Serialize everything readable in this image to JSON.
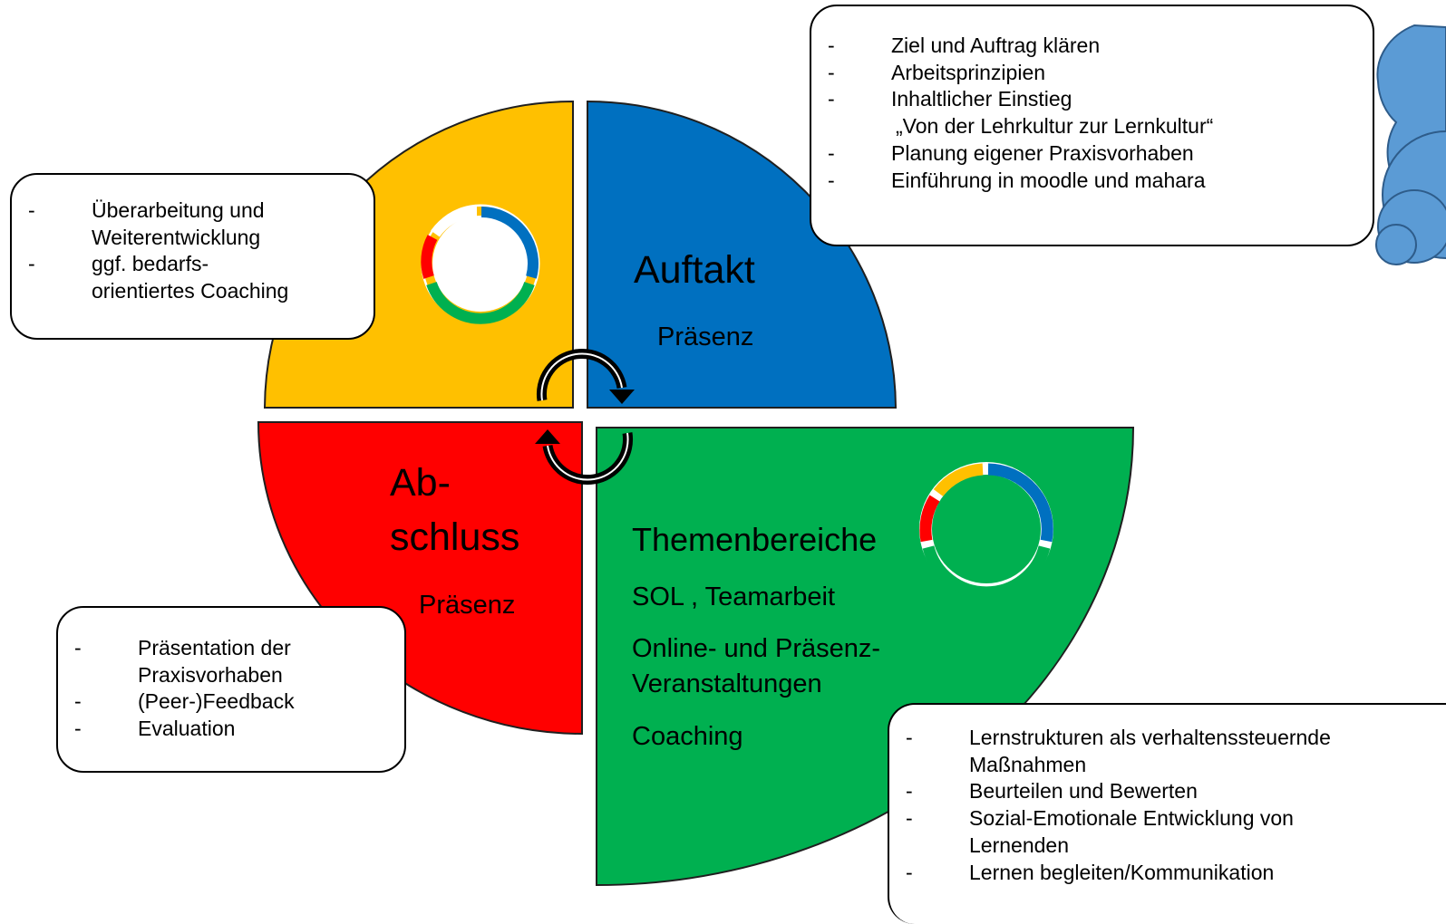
{
  "colors": {
    "auftakt": "#0070C0",
    "themen": "#00B050",
    "abschluss": "#FF0000",
    "ueberarbeitung": "#FFC000",
    "bubble": "#5B9BD5"
  },
  "quadrants": {
    "auftakt": {
      "title": "Auftakt",
      "mode": "Präsenz"
    },
    "abschluss": {
      "title_line1": "Ab-",
      "title_line2": "schluss",
      "mode": "Präsenz"
    },
    "themen": {
      "title": "Themenbereiche",
      "line1": "SOL , Teamarbeit",
      "line2": "Online- und Präsenz-",
      "line3": "Veranstaltungen",
      "line4": "Coaching"
    }
  },
  "callouts": {
    "auftakt": {
      "dash": "-",
      "items": [
        "Ziel und Auftrag klären",
        "Arbeitsprinzipien",
        "Inhaltlicher Einstieg",
        "„Von der Lehrkultur zur Lernkultur“",
        "Planung eigener Praxisvorhaben",
        "Einführung in moodle und mahara"
      ]
    },
    "ueberarbeitung": {
      "dash": "-",
      "items": [
        "Überarbeitung und",
        "Weiterentwicklung",
        "ggf. bedarfs-",
        "orientiertes Coaching"
      ]
    },
    "abschluss": {
      "dash": "-",
      "items": [
        "Präsentation der",
        "Praxisvorhaben",
        "(Peer-)Feedback",
        "Evaluation"
      ]
    },
    "themen": {
      "dash": "-",
      "items": [
        "Lernstrukturen als verhaltenssteuernde",
        "Maßnahmen",
        "Beurteilen und Bewerten",
        "Sozial-Emotionale Entwicklung von",
        "Lernenden",
        "Lernen begleiten/Kommunikation"
      ]
    }
  }
}
